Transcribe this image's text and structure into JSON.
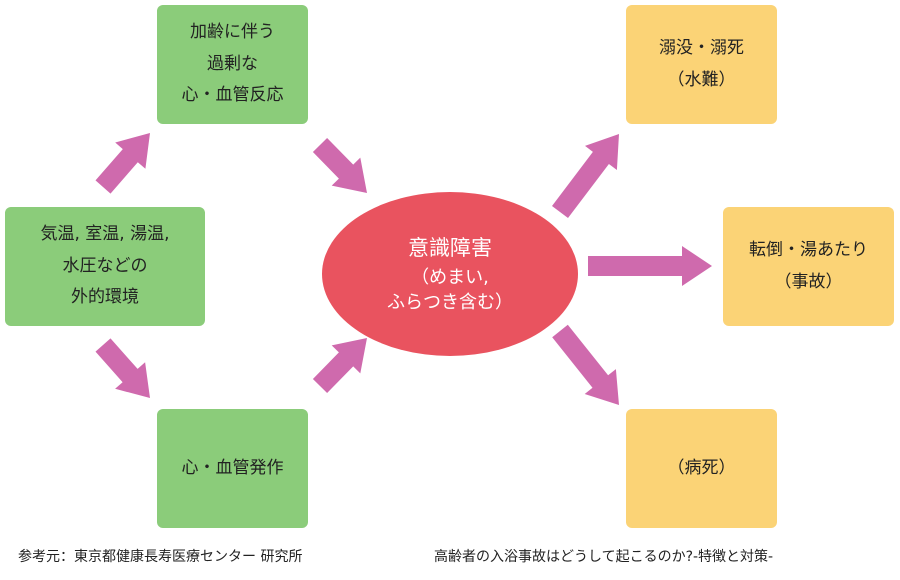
{
  "diagram": {
    "center": {
      "title": "意識障害",
      "lines": [
        "（めまい,",
        "ふらつき含む）"
      ],
      "color": "#e9535f"
    },
    "causes": {
      "external": {
        "lines": [
          "気温,  室温,  湯温,",
          "水圧などの",
          "外的環境"
        ]
      },
      "aging_reaction": {
        "lines": [
          "加齢に伴う",
          "過剰な",
          "心・血管反応"
        ]
      },
      "cardio_attack": {
        "lines": [
          "心・血管発作"
        ]
      }
    },
    "outcomes": {
      "drowning": {
        "lines": [
          "溺没・溺死",
          "（水難）"
        ]
      },
      "fall_burn": {
        "lines": [
          "転倒・湯あたり",
          "（事故）"
        ]
      },
      "illness": {
        "lines": [
          "（病死）"
        ]
      }
    },
    "colors": {
      "cause_box": "#8bcc7a",
      "outcome_box": "#fbd376",
      "arrow": "#cf6aad"
    }
  },
  "footer": {
    "source_label": "参考元：東京都健康長寿医療センター 研究所",
    "source_title": "高齢者の入浴事故はどうして起こるのか?-特徴と対策-"
  }
}
